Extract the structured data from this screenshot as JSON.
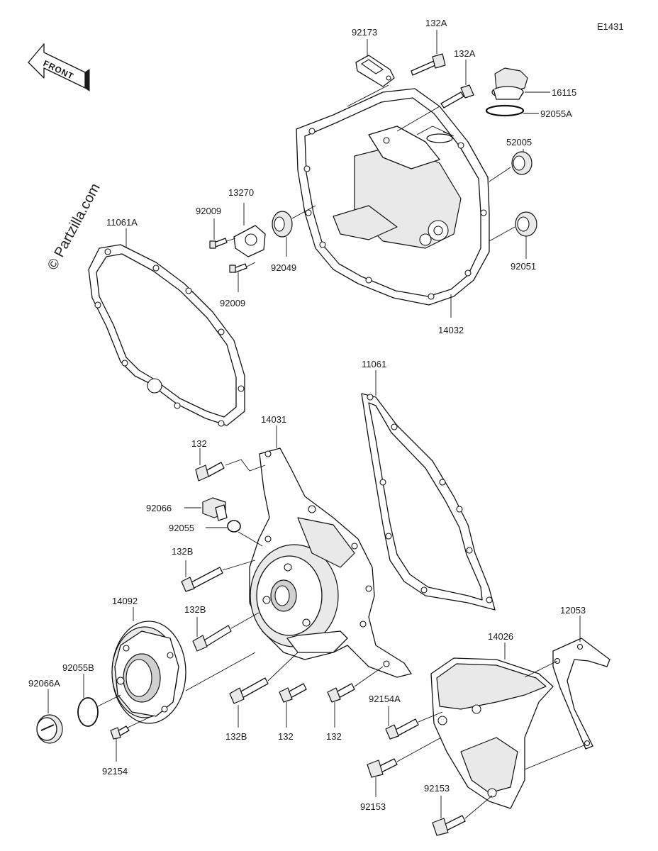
{
  "diagram": {
    "code": "E1431",
    "watermark": "© Partzilla.com",
    "front_label": "FRONT"
  },
  "labels": {
    "p92173": "92173",
    "p132A_1": "132A",
    "p132A_2": "132A",
    "p16115": "16115",
    "p92055A": "92055A",
    "p52005": "52005",
    "p92051": "92051",
    "p14032": "14032",
    "p13270": "13270",
    "p92009_1": "92009",
    "p92009_2": "92009",
    "p92049": "92049",
    "p11061A": "11061A",
    "p11061": "11061",
    "p14031": "14031",
    "p132_1": "132",
    "p92066": "92066",
    "p92055": "92055",
    "p132B_1": "132B",
    "p132B_2": "132B",
    "p132B_3": "132B",
    "p132_2": "132",
    "p132_3": "132",
    "p14092": "14092",
    "p92055B": "92055B",
    "p92066A": "92066A",
    "p92154": "92154",
    "p92154A": "92154A",
    "p14026": "14026",
    "p12053": "12053",
    "p92153_1": "92153",
    "p92153_2": "92153"
  }
}
